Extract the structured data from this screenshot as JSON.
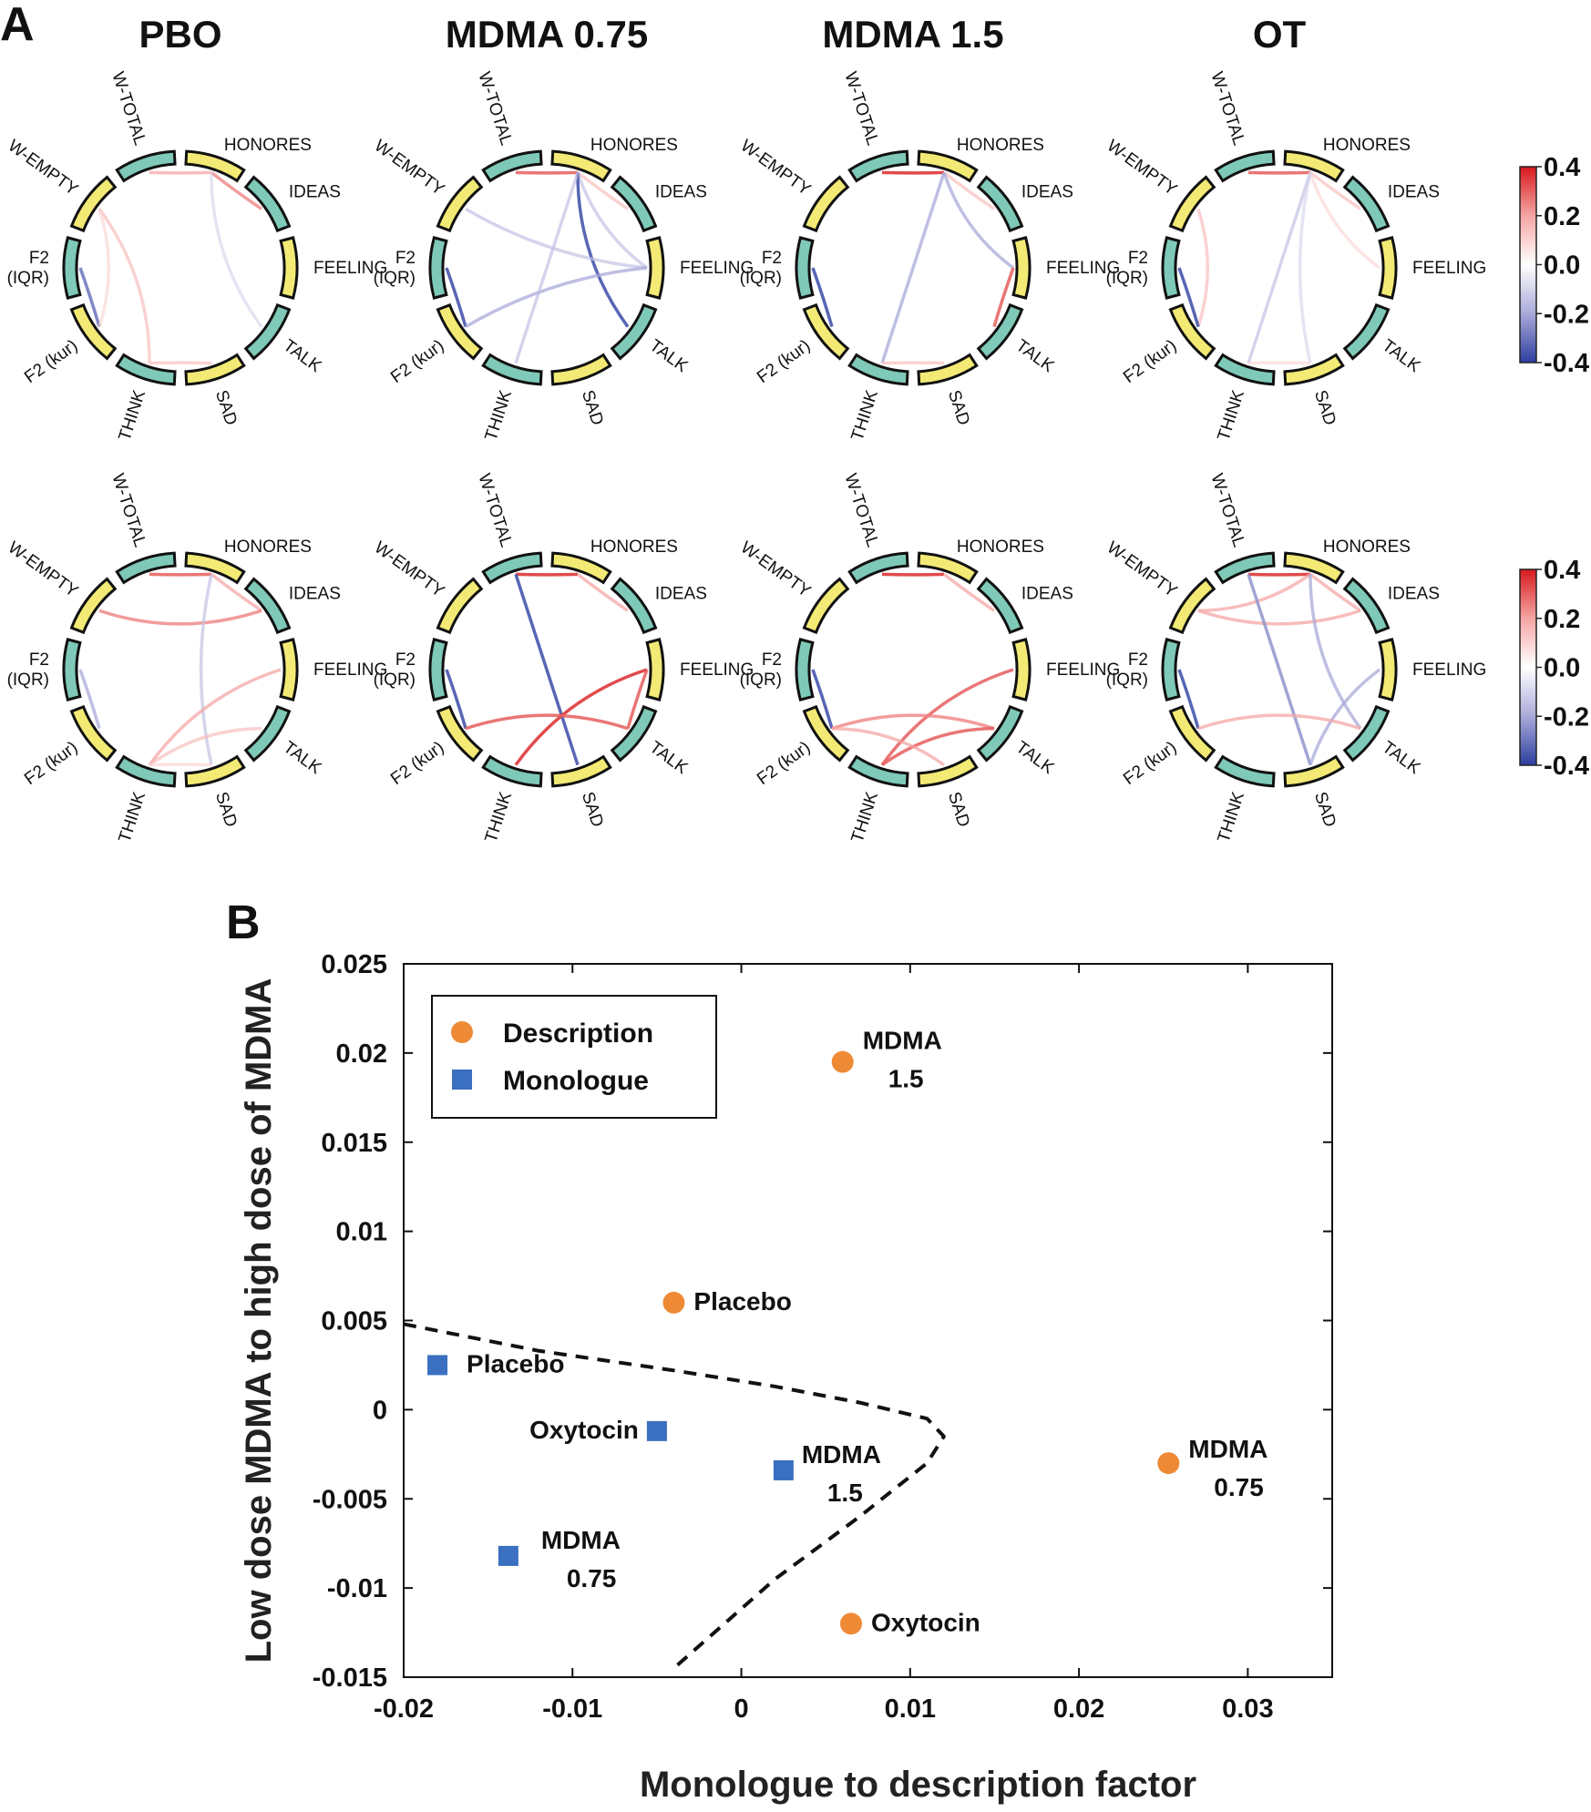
{
  "panels": {
    "a": "A",
    "b": "B"
  },
  "conditions": [
    "PBO",
    "MDMA 0.75",
    "MDMA 1.5",
    "OT"
  ],
  "nodes": [
    {
      "name": "HONORES",
      "angle": -72,
      "color": "#f2ea75"
    },
    {
      "name": "IDEAS",
      "angle": -36,
      "color": "#7fc9b8"
    },
    {
      "name": "FEELING",
      "angle": 0,
      "color": "#f2ea75"
    },
    {
      "name": "TALK",
      "angle": 36,
      "color": "#7fc9b8"
    },
    {
      "name": "SAD",
      "angle": 72,
      "color": "#f2ea75"
    },
    {
      "name": "THINK",
      "angle": 108,
      "color": "#7fc9b8"
    },
    {
      "name": "F2\n(kur)",
      "angle": 144,
      "color": "#f2ea75"
    },
    {
      "name": "F2\n(IQR)",
      "angle": 180,
      "color": "#7fc9b8"
    },
    {
      "name": "W-EMPTY",
      "angle": 216,
      "color": "#f2ea75"
    },
    {
      "name": "W-TOTAL",
      "angle": 252,
      "color": "#7fc9b8"
    }
  ],
  "colorbar": {
    "ticks": [
      "0.4",
      "0.2",
      "0.0",
      "-0.2",
      "-0.4"
    ],
    "colors": [
      "#d7191c",
      "#f4a6a4",
      "#ffffff",
      "#a9a9d9",
      "#2c3e9f"
    ]
  },
  "chords": [
    [
      [
        0,
        1,
        0.25
      ],
      [
        0,
        9,
        0.2
      ],
      [
        0,
        3,
        -0.1
      ],
      [
        7,
        6,
        -0.3
      ],
      [
        8,
        5,
        0.15
      ],
      [
        8,
        6,
        0.1
      ],
      [
        5,
        4,
        0.15
      ]
    ],
    [
      [
        0,
        9,
        0.3
      ],
      [
        0,
        1,
        0.15
      ],
      [
        0,
        2,
        -0.15
      ],
      [
        0,
        3,
        -0.35
      ],
      [
        8,
        2,
        -0.15
      ],
      [
        7,
        6,
        -0.35
      ],
      [
        6,
        2,
        -0.2
      ],
      [
        5,
        0,
        -0.15
      ]
    ],
    [
      [
        0,
        9,
        0.35
      ],
      [
        0,
        1,
        0.15
      ],
      [
        0,
        2,
        -0.2
      ],
      [
        5,
        0,
        -0.2
      ],
      [
        7,
        6,
        -0.35
      ],
      [
        3,
        2,
        0.3
      ],
      [
        5,
        4,
        0.15
      ]
    ],
    [
      [
        0,
        9,
        0.3
      ],
      [
        0,
        1,
        0.15
      ],
      [
        0,
        2,
        0.1
      ],
      [
        8,
        6,
        0.15
      ],
      [
        5,
        0,
        -0.15
      ],
      [
        4,
        0,
        -0.1
      ],
      [
        7,
        6,
        -0.35
      ],
      [
        5,
        4,
        0.1
      ]
    ],
    [
      [
        0,
        9,
        0.3
      ],
      [
        0,
        1,
        0.2
      ],
      [
        8,
        1,
        0.25
      ],
      [
        0,
        4,
        -0.15
      ],
      [
        7,
        6,
        -0.2
      ],
      [
        2,
        5,
        0.2
      ],
      [
        3,
        5,
        0.15
      ],
      [
        4,
        5,
        0.1
      ]
    ],
    [
      [
        0,
        9,
        0.35
      ],
      [
        0,
        1,
        0.2
      ],
      [
        7,
        6,
        -0.35
      ],
      [
        9,
        4,
        -0.35
      ],
      [
        2,
        5,
        0.35
      ],
      [
        3,
        6,
        0.3
      ],
      [
        2,
        3,
        0.3
      ]
    ],
    [
      [
        0,
        9,
        0.35
      ],
      [
        0,
        1,
        0.2
      ],
      [
        7,
        6,
        -0.35
      ],
      [
        2,
        5,
        0.3
      ],
      [
        3,
        6,
        0.25
      ],
      [
        3,
        5,
        0.3
      ],
      [
        4,
        6,
        0.2
      ]
    ],
    [
      [
        0,
        9,
        0.35
      ],
      [
        0,
        1,
        0.2
      ],
      [
        1,
        8,
        0.2
      ],
      [
        0,
        8,
        0.2
      ],
      [
        7,
        6,
        -0.35
      ],
      [
        9,
        4,
        -0.25
      ],
      [
        2,
        4,
        -0.2
      ],
      [
        0,
        3,
        -0.2
      ],
      [
        6,
        3,
        0.2
      ]
    ]
  ],
  "chart_data": {
    "type": "scatter",
    "xlabel": "Monologue to description factor",
    "ylabel": "Low dose MDMA to high dose of MDMA",
    "xlim": [
      -0.02,
      0.035
    ],
    "ylim": [
      -0.015,
      0.025
    ],
    "xticks": [
      -0.02,
      -0.01,
      0,
      0.01,
      0.02,
      0.03
    ],
    "xtick_labels": [
      "-0.02",
      "-0.01",
      "0",
      "0.01",
      "0.02",
      "0.03"
    ],
    "yticks": [
      -0.015,
      -0.01,
      -0.005,
      0,
      0.005,
      0.01,
      0.015,
      0.02,
      0.025
    ],
    "ytick_labels": [
      "-0.015",
      "-0.01",
      "-0.005",
      "0",
      "0.005",
      "0.01",
      "0.015",
      "0.02",
      "0.025"
    ],
    "legend_position": "top-left",
    "series": [
      {
        "name": "Description",
        "marker": "circle",
        "color": "#ee8a36",
        "points": [
          {
            "x": 0.006,
            "y": 0.0195,
            "label": "MDMA\n1.5"
          },
          {
            "x": -0.004,
            "y": 0.006,
            "label": "Placebo"
          },
          {
            "x": 0.0253,
            "y": -0.003,
            "label": "MDMA\n0.75"
          },
          {
            "x": 0.0065,
            "y": -0.012,
            "label": "Oxytocin"
          }
        ]
      },
      {
        "name": "Monologue",
        "marker": "square",
        "color": "#3b6fc0",
        "points": [
          {
            "x": -0.018,
            "y": 0.0025,
            "label": "Placebo"
          },
          {
            "x": -0.005,
            "y": -0.0012,
            "label": "Oxytocin"
          },
          {
            "x": 0.0025,
            "y": -0.0034,
            "label": "MDMA\n1.5"
          },
          {
            "x": -0.0138,
            "y": -0.0082,
            "label": "MDMA\n0.75"
          }
        ]
      }
    ],
    "boundary": [
      [
        -0.02,
        0.0048
      ],
      [
        -0.012,
        0.0033
      ],
      [
        -0.004,
        0.0022
      ],
      [
        0.002,
        0.0013
      ],
      [
        0.007,
        0.0004
      ],
      [
        0.011,
        -0.0005
      ],
      [
        0.012,
        -0.0015
      ],
      [
        0.011,
        -0.003
      ],
      [
        0.007,
        -0.006
      ],
      [
        0.002,
        -0.0095
      ],
      [
        -0.004,
        -0.0145
      ]
    ]
  }
}
